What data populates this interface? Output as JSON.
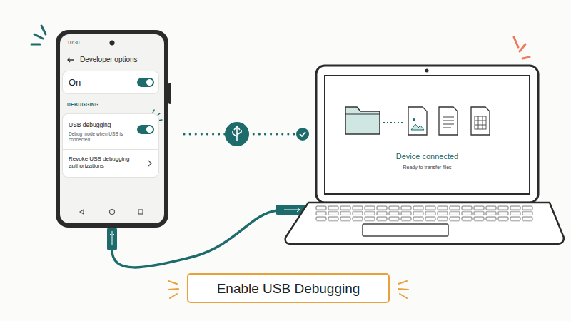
{
  "diagram": {
    "nodes": [
      {
        "text": [
          "10:30",
          "Developer options",
          "DEBUGGING"
        ]
      },
      {
        "text": [
          "On"
        ],
        "in": 0
      },
      {
        "text": [
          "USB debugging",
          "Debug mode when USB is connected"
        ],
        "in": 0
      },
      {
        "text": [
          "Revoke USB debugging authorizations"
        ],
        "in": 0
      },
      {
        "text": [
          "Device connected",
          "Ready to transfer files"
        ]
      },
      {
        "text": [
          "Enable USB Debugging"
        ]
      }
    ],
    "edges": [
      {
        "from": 0,
        "to": 4,
        "arrow": "none"
      }
    ]
  }
}
